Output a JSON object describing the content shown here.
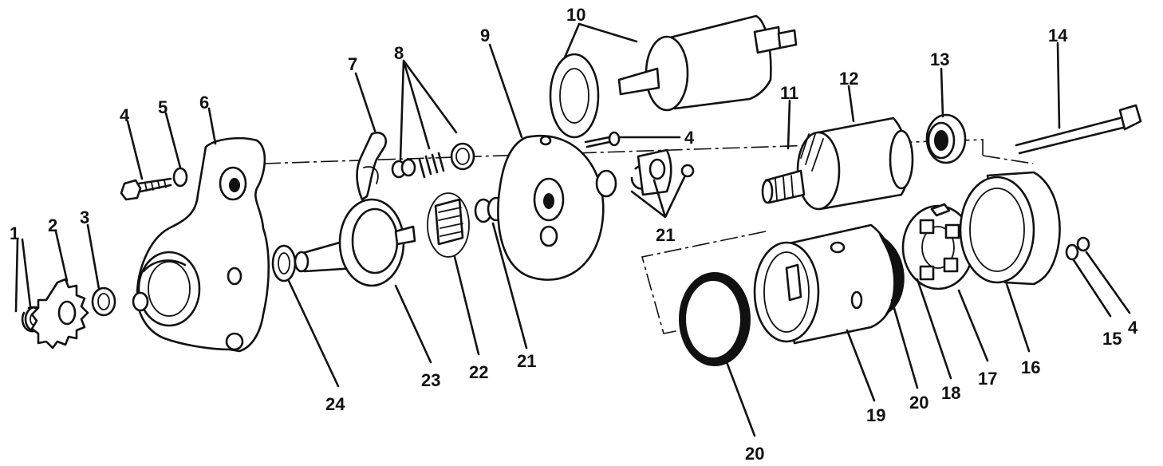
{
  "figure": {
    "callouts": [
      {
        "id": "c1",
        "text": "1"
      },
      {
        "id": "c2",
        "text": "2"
      },
      {
        "id": "c3",
        "text": "3"
      },
      {
        "id": "c4a",
        "text": "4"
      },
      {
        "id": "c5",
        "text": "5"
      },
      {
        "id": "c6",
        "text": "6"
      },
      {
        "id": "c7",
        "text": "7"
      },
      {
        "id": "c8",
        "text": "8"
      },
      {
        "id": "c9",
        "text": "9"
      },
      {
        "id": "c10",
        "text": "10"
      },
      {
        "id": "c4b",
        "text": "4"
      },
      {
        "id": "c11",
        "text": "11"
      },
      {
        "id": "c12",
        "text": "12"
      },
      {
        "id": "c13",
        "text": "13"
      },
      {
        "id": "c14",
        "text": "14"
      },
      {
        "id": "c21a",
        "text": "21"
      },
      {
        "id": "c15",
        "text": "15"
      },
      {
        "id": "c4c",
        "text": "4"
      },
      {
        "id": "c16",
        "text": "16"
      },
      {
        "id": "c17",
        "text": "17"
      },
      {
        "id": "c18",
        "text": "18"
      },
      {
        "id": "c20a",
        "text": "20"
      },
      {
        "id": "c19",
        "text": "19"
      },
      {
        "id": "c20b",
        "text": "20"
      },
      {
        "id": "c24",
        "text": "24"
      },
      {
        "id": "c23",
        "text": "23"
      },
      {
        "id": "c22",
        "text": "22"
      },
      {
        "id": "c21b",
        "text": "21"
      }
    ]
  }
}
